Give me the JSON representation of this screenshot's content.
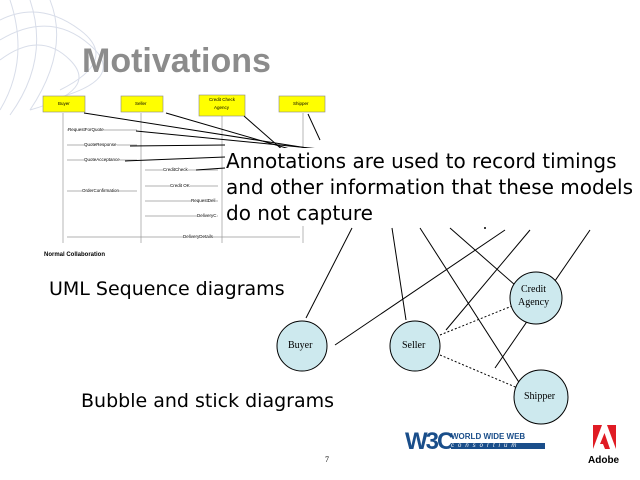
{
  "title": "Motivations",
  "annotation": [
    "Annotations are used to record timings",
    "and other information that these models",
    "do not capture"
  ],
  "labels": {
    "uml": "UML Sequence diagrams",
    "bubble": "Bubble and stick diagrams"
  },
  "sequence": {
    "participants": [
      "Buyer",
      "Seller",
      "Credit Check",
      "Agency",
      "Shipper"
    ],
    "messages": [
      "RequestForQuote",
      "QuoteResponse",
      "QuoteAcceptance",
      "CreditCheck",
      "Credit OK",
      "OrderConfirmation",
      "RequestDeli",
      "DeliveryC",
      "DeliveryDetails"
    ],
    "caption": "Normal Collaboration"
  },
  "bubbles": {
    "buyer": "Buyer",
    "seller": "Seller",
    "credit": [
      "Credit",
      "Agency"
    ],
    "shipper": "Shipper"
  },
  "page_number": "7",
  "logos": {
    "w3c": "W3C",
    "w3c_line1": "WORLD WIDE WEB",
    "w3c_line2": "consortium",
    "adobe": "Adobe"
  }
}
